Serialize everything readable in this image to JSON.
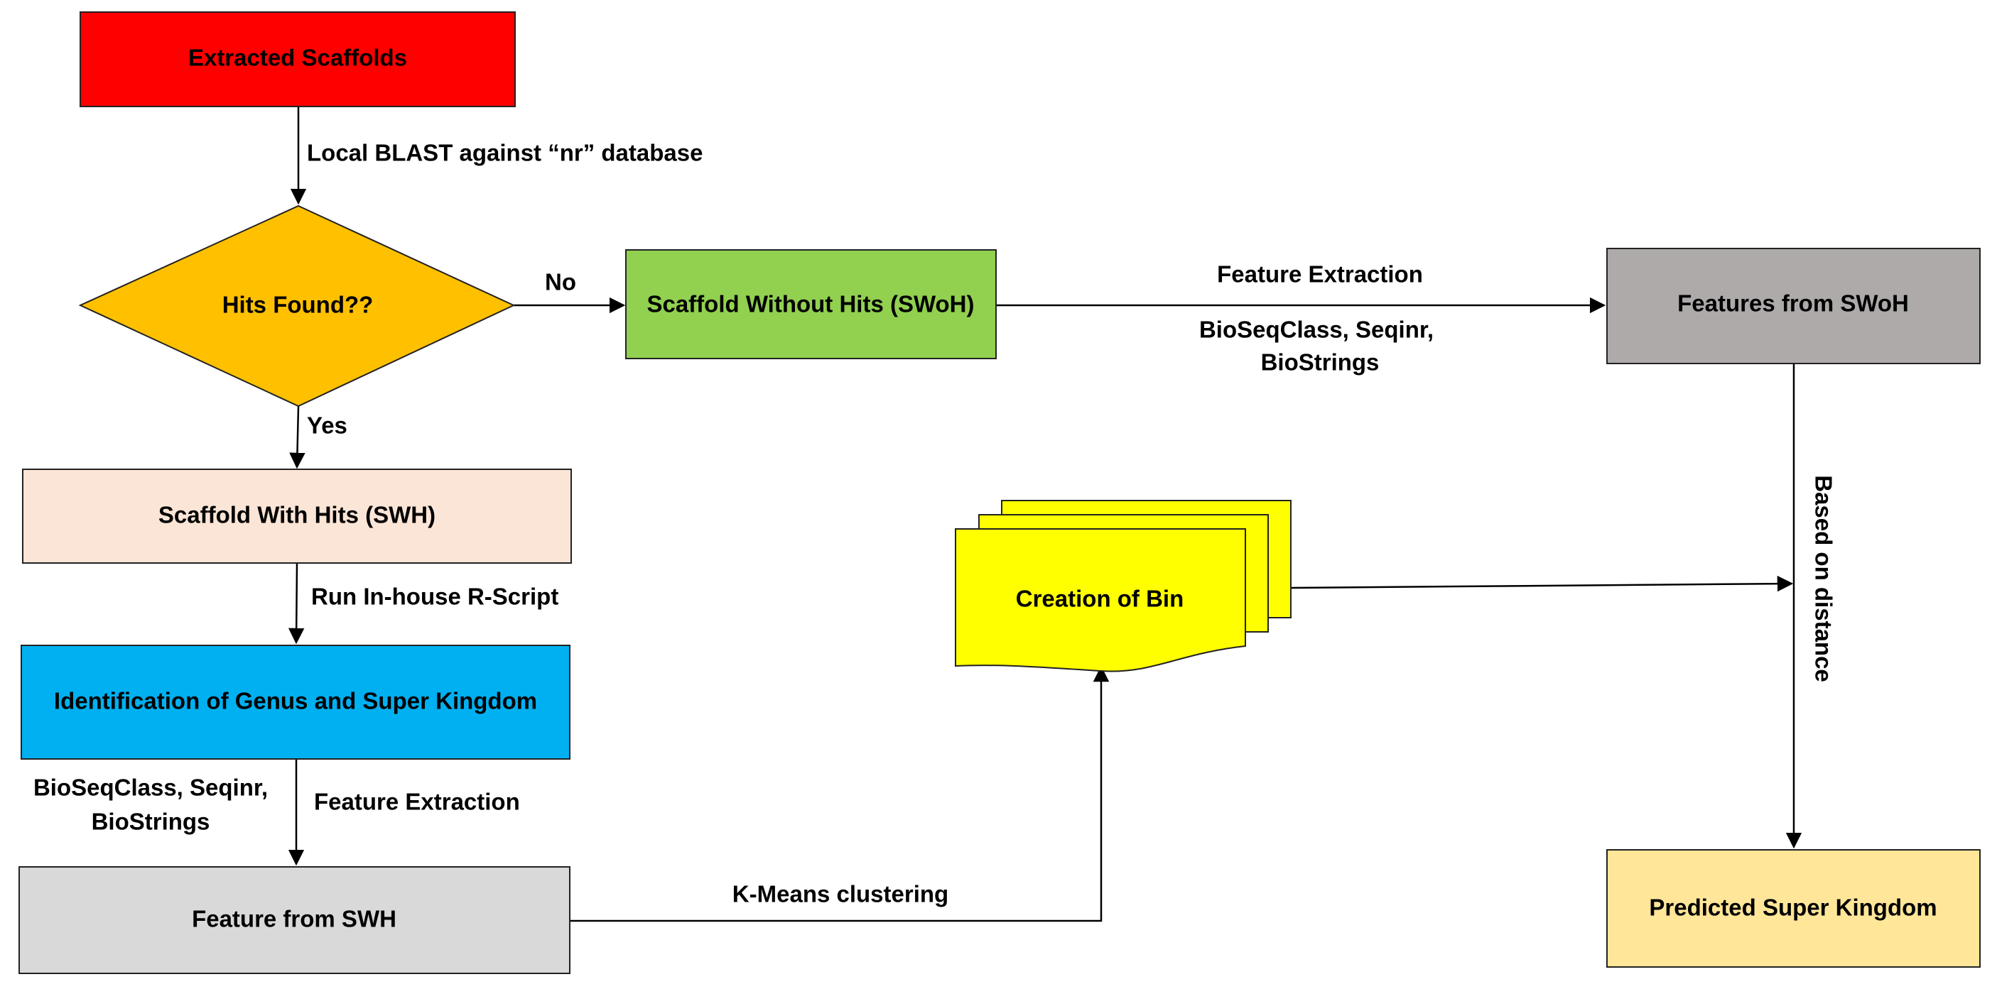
{
  "nodes": {
    "extracted_scaffolds": {
      "label": "Extracted Scaffolds",
      "color": "#ff0000"
    },
    "hits_found": {
      "label": "Hits Found??",
      "color": "#ffc000"
    },
    "scaffold_with_hits": {
      "label": "Scaffold With Hits (SWH)",
      "color": "#fbe5d6"
    },
    "identification": {
      "label": "Identification of Genus and Super Kingdom",
      "color": "#00b0f0"
    },
    "feature_from_swh": {
      "label": "Feature from SWH",
      "color": "#d9d9d9"
    },
    "scaffold_without_hits": {
      "label": "Scaffold Without Hits (SWoH)",
      "color": "#92d050"
    },
    "features_from_swoh": {
      "label": "Features from SWoH",
      "color": "#aeaaaa"
    },
    "creation_of_bin": {
      "label": "Creation of Bin",
      "color": "#ffff00"
    },
    "predicted_super_kingdom": {
      "label": "Predicted Super Kingdom",
      "color": "#ffe699"
    }
  },
  "edges": {
    "local_blast": "Local BLAST against “nr” database",
    "no": "No",
    "yes": "Yes",
    "run_rscript": "Run In-house R-Script",
    "tools_left_line1": "BioSeqClass, Seqinr,",
    "tools_left_line2": "BioStrings",
    "feature_extraction_left": "Feature Extraction",
    "feature_extraction_top": "Feature Extraction",
    "tools_top_line1": "BioSeqClass, Seqinr,",
    "tools_top_line2": "BioStrings",
    "kmeans": "K-Means clustering",
    "based_on_distance": "Based on distance"
  }
}
